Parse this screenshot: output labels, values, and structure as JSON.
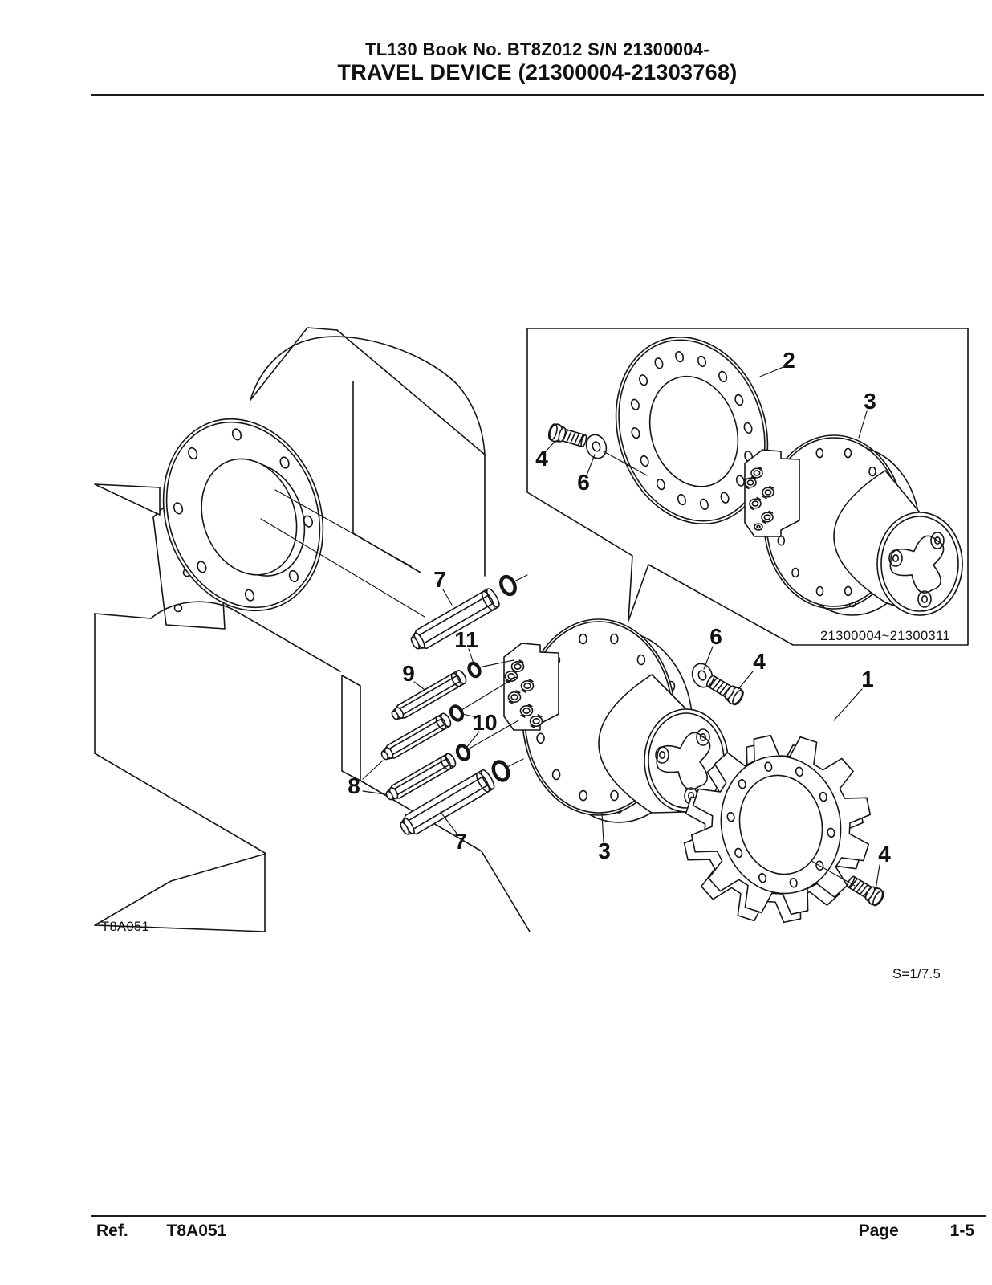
{
  "page": {
    "background": "#ffffff",
    "ink": "#1c1c1c"
  },
  "header": {
    "line1": "TL130  Book No. BT8Z012 S/N 21300004-",
    "line2": "TRAVEL DEVICE (21300004-21303768)"
  },
  "footer": {
    "ref_label": "Ref.",
    "ref_value": "T8A051",
    "page_label": "Page",
    "page_value": "1-5"
  },
  "diagram": {
    "figure_code": "T8A051",
    "scale_note": "S=1/7.5",
    "inset_serial_range": "21300004~21300311",
    "callouts": [
      "2",
      "3",
      "4",
      "6",
      "7",
      "11",
      "9",
      "10",
      "8",
      "7",
      "3",
      "6",
      "4",
      "1",
      "4"
    ]
  }
}
